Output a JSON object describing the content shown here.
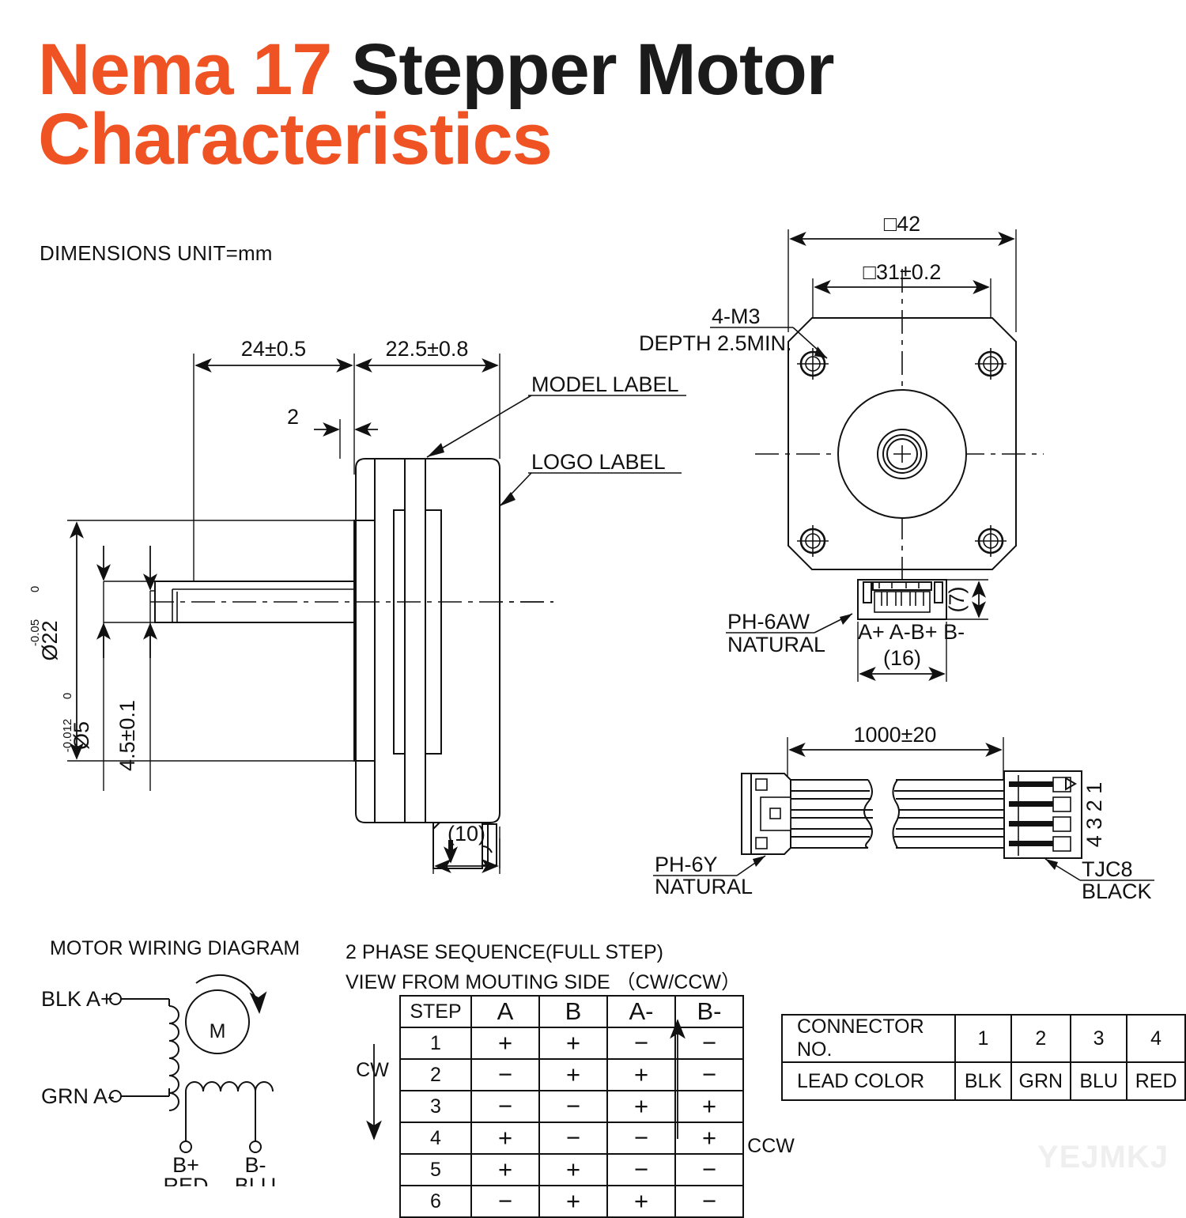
{
  "title": {
    "line1_orange": "Nema 17",
    "line1_black": " Stepper Motor",
    "line2_orange": "Characteristics"
  },
  "units_note": "DIMENSIONS UNIT=mm",
  "colors": {
    "accent": "#F05323",
    "line": "#111111",
    "watermark": "#EFEFEF"
  },
  "side_view": {
    "dim_shaft_length": "24±0.5",
    "dim_body_length": "22.5±0.8",
    "dim_flange": "2",
    "dim_flange_dia": "Ø22",
    "dim_flange_tol_top": "0",
    "dim_flange_tol_bot": "-0.05",
    "dim_shaft_dia": "Ø5",
    "dim_shaft_tol_top": "0",
    "dim_shaft_tol_bot": "-0.012",
    "dim_flat": "4.5±0.1",
    "dim_conn_depth": "(10)",
    "callout_model": "MODEL LABEL",
    "callout_logo": "LOGO LABEL"
  },
  "front_view": {
    "dim_frame": "□42",
    "dim_bolt_circle": "□31±0.2",
    "callout_holes_l1": "4-M3",
    "callout_holes_l2": "DEPTH 2.5MIN.",
    "connector_name_l1": "PH-6AW",
    "connector_name_l2": "NATURAL",
    "pin_labels": "A+  A-B+  B-",
    "dim_conn_width": "(16)",
    "dim_conn_height": "(7)"
  },
  "cable_view": {
    "dim_length": "1000±20",
    "left_connector_l1": "PH-6Y",
    "left_connector_l2": "NATURAL",
    "right_connector_l1": "TJC8",
    "right_connector_l2": "BLACK",
    "pin_numbers": "4 3 2 1"
  },
  "wiring_diagram": {
    "title": "MOTOR WIRING  DIAGRAM",
    "terminal_a_plus": "BLK  A+",
    "terminal_a_minus": "GRN  A-",
    "terminal_b_plus": "B+",
    "terminal_b_plus_color": "RED",
    "terminal_b_minus": "B-",
    "terminal_b_minus_color": "BLU",
    "motor_symbol": "M"
  },
  "phase_sequence": {
    "title_l1": "2 PHASE SEQUENCE(FULL STEP)",
    "title_l2": "VIEW FROM MOUTING SIDE （CW/CCW）",
    "left_label": "CW",
    "right_label": "CCW",
    "headers": [
      "STEP",
      "A",
      "B",
      "A-",
      "B-"
    ],
    "rows": [
      [
        "1",
        "+",
        "+",
        "−",
        "−"
      ],
      [
        "2",
        "−",
        "+",
        "+",
        "−"
      ],
      [
        "3",
        "−",
        "−",
        "+",
        "+"
      ],
      [
        "4",
        "+",
        "−",
        "−",
        "+"
      ],
      [
        "5",
        "+",
        "+",
        "−",
        "−"
      ],
      [
        "6",
        "−",
        "+",
        "+",
        "−"
      ]
    ]
  },
  "connector_table": {
    "row1_header": "CONNECTOR NO.",
    "row1_values": [
      "1",
      "2",
      "3",
      "4"
    ],
    "row2_header": "LEAD COLOR",
    "row2_values": [
      "BLK",
      "GRN",
      "BLU",
      "RED"
    ]
  },
  "watermark": "YEJMKJ"
}
